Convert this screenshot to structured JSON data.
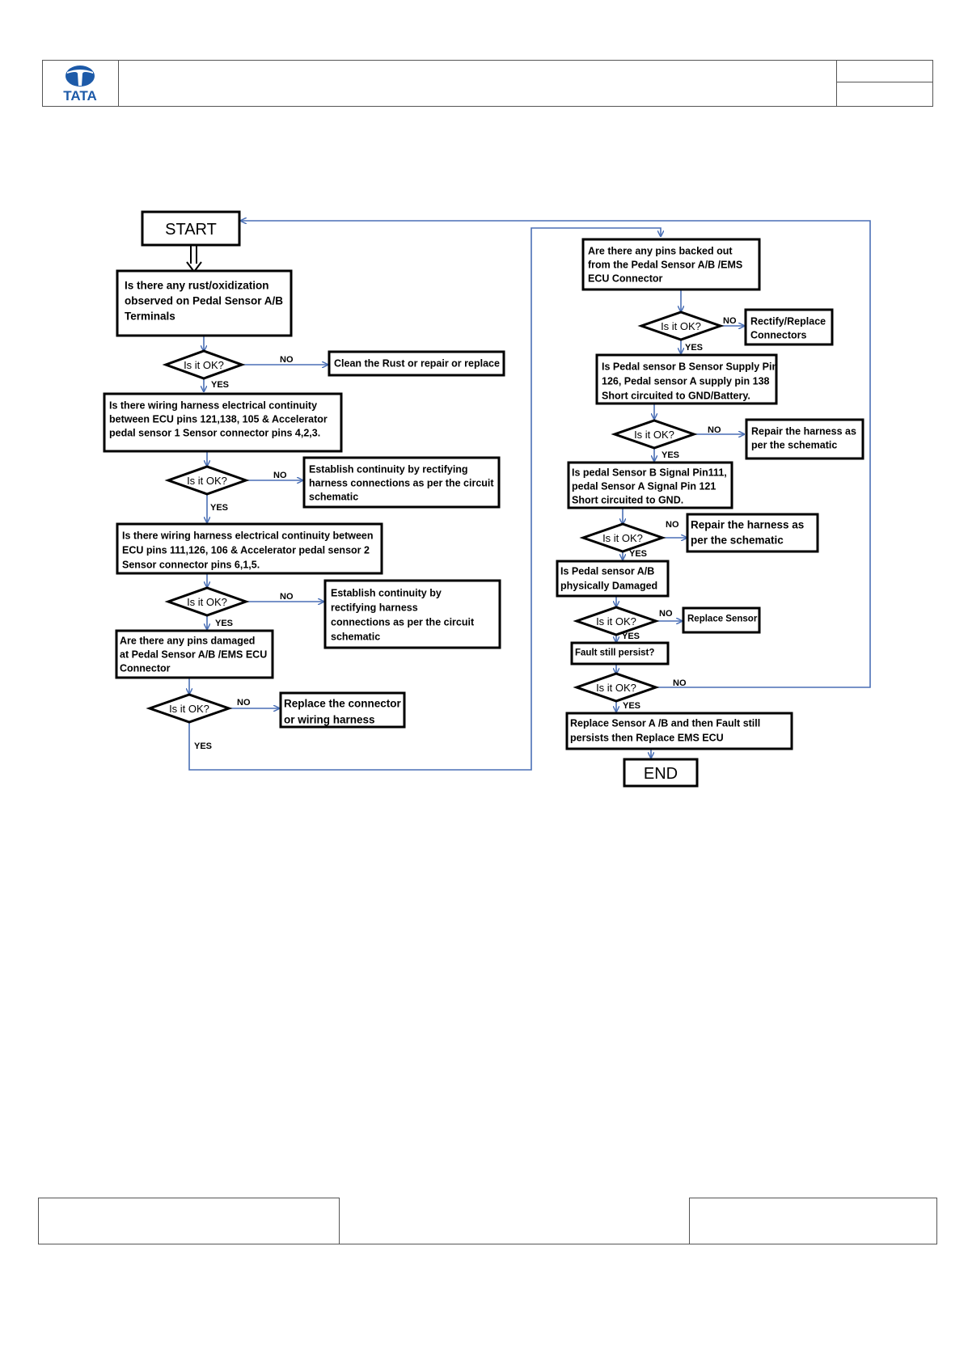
{
  "header": {
    "logo_text": "TATA",
    "logo_color": "#1d5aa8"
  },
  "colors": {
    "arrow": "#4a6fb5",
    "box_border": "#000000"
  },
  "flowchart": {
    "start": "START",
    "end": "END",
    "yes": "YES",
    "no": "NO",
    "decision": "Is it OK?",
    "left": {
      "q1": [
        "Is there any rust/oxidization",
        "observed on Pedal Sensor A/B",
        "Terminals"
      ],
      "a1": [
        "Clean the Rust or repair or replace"
      ],
      "q2": [
        "Is there wiring harness electrical continuity",
        "between ECU pins 121,138, 105 & Accelerator",
        "pedal sensor 1 Sensor connector pins 4,2,3."
      ],
      "a2": [
        "Establish continuity by rectifying",
        "harness connections as per the circuit",
        "schematic"
      ],
      "q3": [
        "Is there wiring harness electrical continuity between",
        "ECU pins 111,126, 106 & Accelerator pedal sensor 2",
        "Sensor connector pins 6,1,5."
      ],
      "a3": [
        "Establish continuity by",
        "rectifying harness",
        "connections as per the circuit",
        "schematic"
      ],
      "q4": [
        "Are there any pins damaged",
        "at Pedal Sensor A/B /EMS ECU",
        "Connector"
      ],
      "a4": [
        "Replace the connector",
        "or wiring harness"
      ]
    },
    "right": {
      "q5": [
        "Are there any pins backed out",
        "from the Pedal Sensor A/B /EMS",
        "ECU Connector"
      ],
      "a5": [
        "Rectify/Replace",
        "Connectors"
      ],
      "q6": [
        "Is Pedal sensor B Sensor Supply Pin",
        "126, Pedal sensor A supply pin 138",
        "Short circuited to GND/Battery."
      ],
      "a6": [
        "Repair the harness as",
        "per the schematic"
      ],
      "q7": [
        "Is pedal Sensor B Signal Pin111,",
        "pedal Sensor A Signal Pin 121",
        "Short circuited to GND."
      ],
      "a7": [
        "Repair the harness as",
        "per the schematic"
      ],
      "q8": [
        "Is Pedal sensor A/B",
        "physically Damaged"
      ],
      "a8": [
        "Replace Sensor"
      ],
      "q9": [
        "Fault still persist?"
      ],
      "q10": [
        "Replace Sensor A /B and then Fault still",
        "persists then Replace EMS ECU"
      ]
    }
  }
}
